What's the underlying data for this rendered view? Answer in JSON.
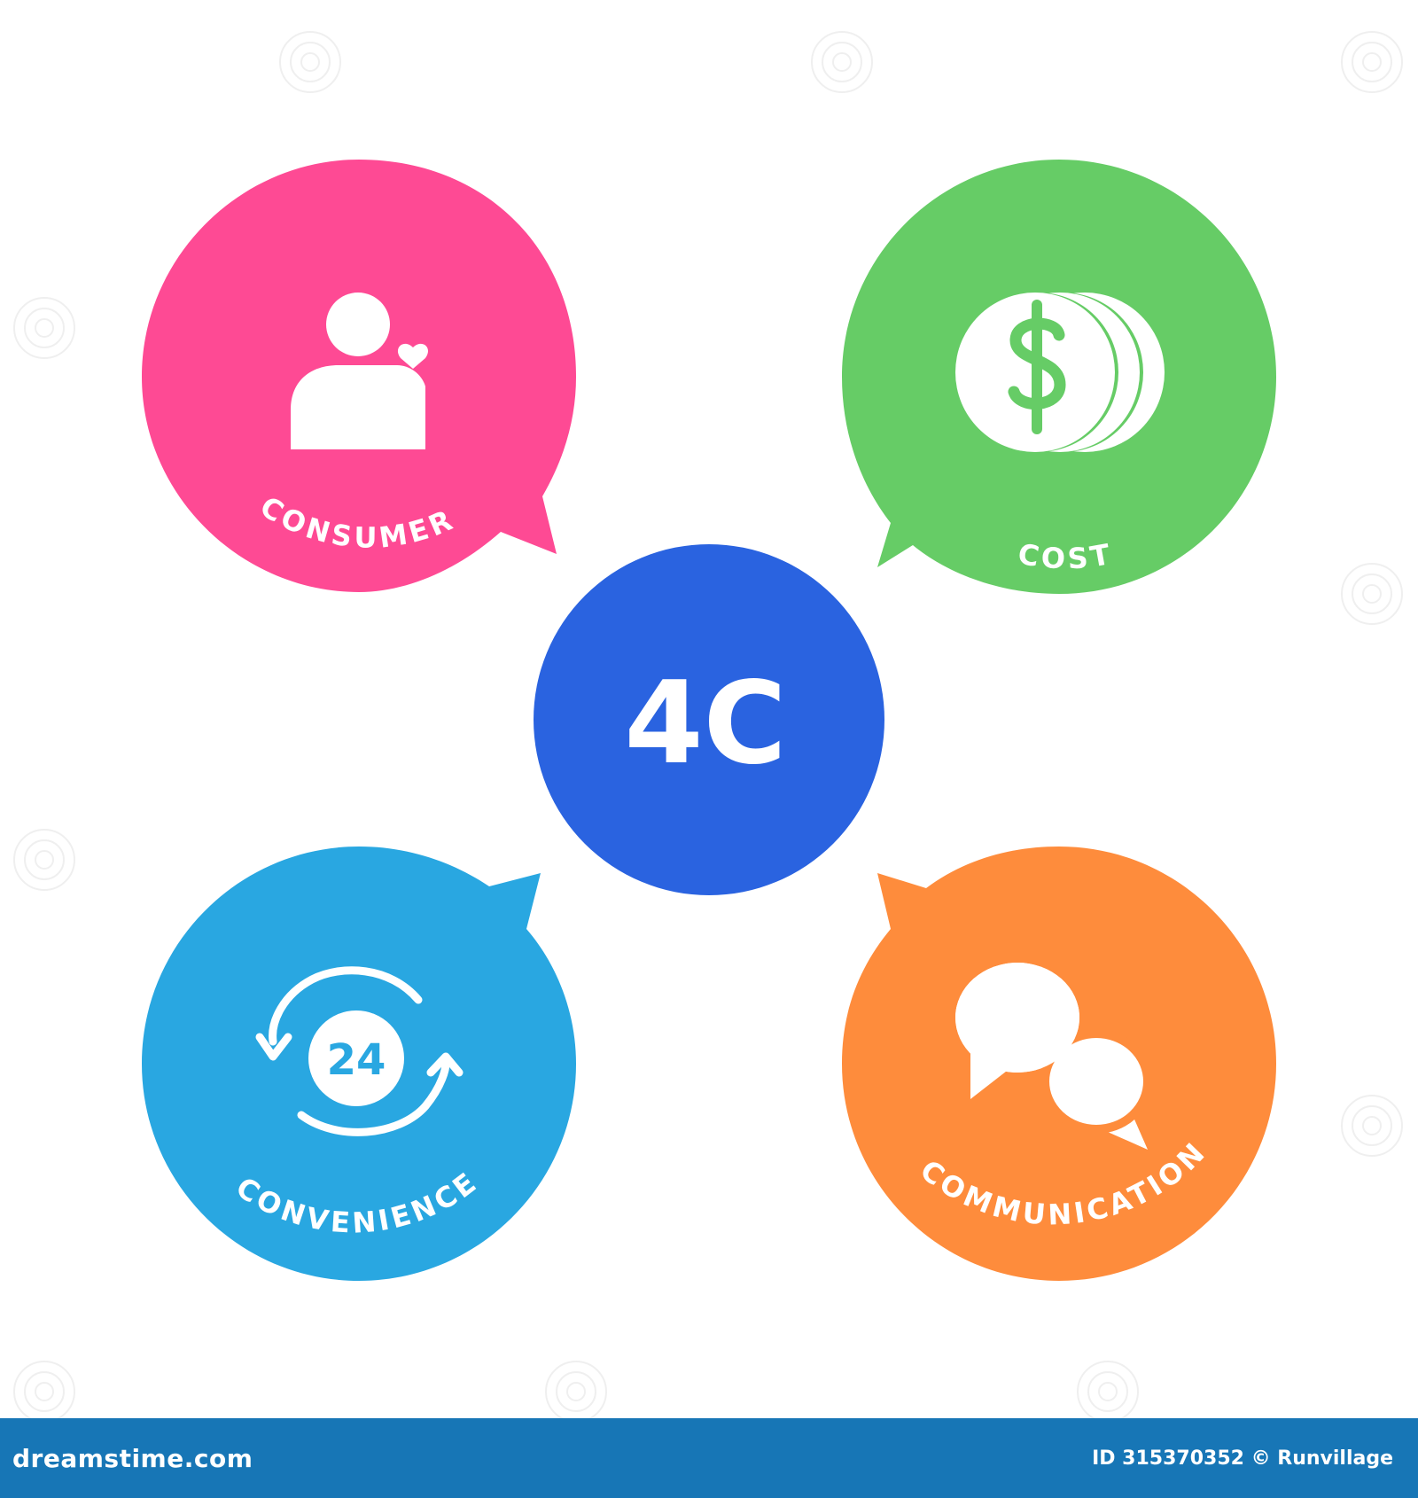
{
  "center": {
    "label": "4C",
    "color": "#2a63e0"
  },
  "bubbles": [
    {
      "id": "consumer",
      "label": "CONSUMER",
      "color": "#fe4a94",
      "icon": "person-heart-icon"
    },
    {
      "id": "cost",
      "label": "COST",
      "color": "#66cc66",
      "icon": "dollar-coins-icon"
    },
    {
      "id": "convenience",
      "label": "CONVENIENCE",
      "color": "#29a7e1",
      "icon": "24-hour-cycle-icon",
      "badge": "24"
    },
    {
      "id": "communication",
      "label": "COMMUNICATION",
      "color": "#fe8c3c",
      "icon": "chat-bubbles-icon"
    }
  ],
  "watermark": {
    "logo": "dreamstime.com",
    "credit": "ID 315370352 © Runvillage"
  },
  "colors": {
    "footer": "#1776b6",
    "watermark_glyph": "#d8d8d8"
  }
}
